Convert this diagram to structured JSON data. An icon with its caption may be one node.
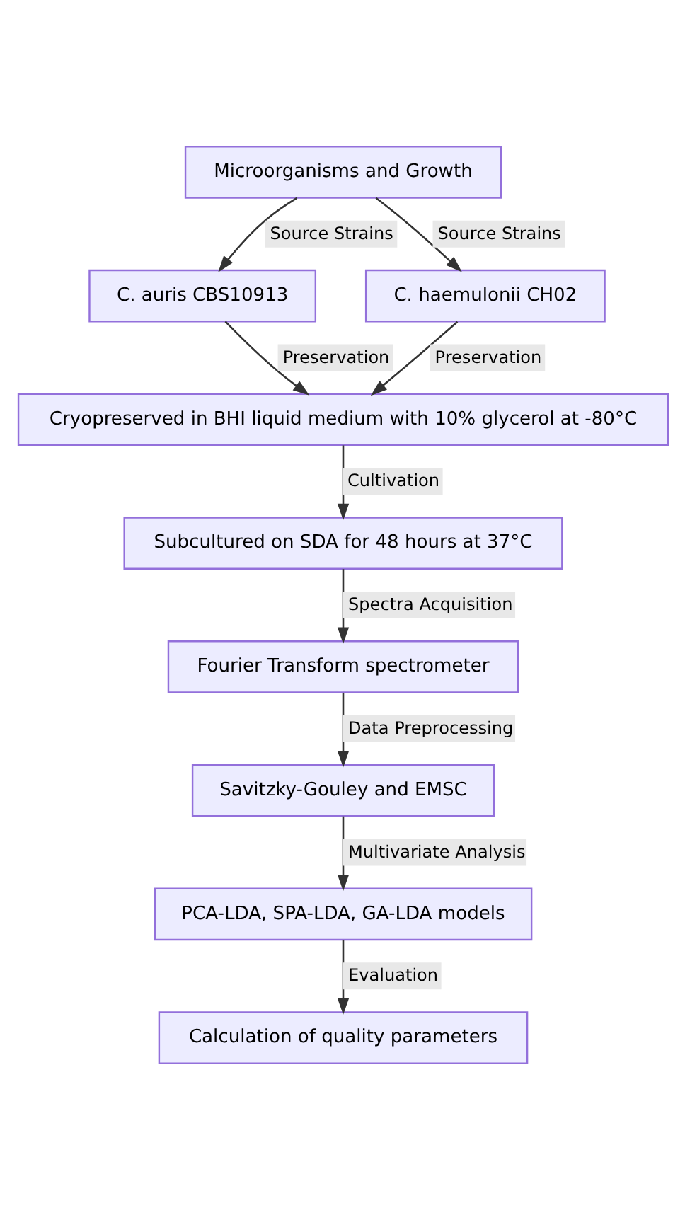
{
  "diagram": {
    "nodes": [
      {
        "text": [
          "Microorganisms and Growth"
        ]
      },
      {
        "text": [
          "C. auris CBS10913"
        ]
      },
      {
        "text": [
          "C. haemulonii CH02"
        ]
      },
      {
        "text": [
          "Cryopreserved in BHI liquid medium with 10% glycerol at -80°C"
        ]
      },
      {
        "text": [
          "Subcultured on SDA for 48 hours at 37°C"
        ]
      },
      {
        "text": [
          "Fourier Transform spectrometer"
        ]
      },
      {
        "text": [
          "Savitzky-Gouley and EMSC"
        ]
      },
      {
        "text": [
          "PCA-LDA, SPA-LDA, GA-LDA models"
        ]
      },
      {
        "text": [
          "Calculation of quality parameters"
        ]
      }
    ],
    "edges": [
      {
        "from": 0,
        "to": 1,
        "arrow": "to",
        "label": "Source Strains"
      },
      {
        "from": 0,
        "to": 2,
        "arrow": "to",
        "label": "Source Strains"
      },
      {
        "from": 1,
        "to": 3,
        "arrow": "to",
        "label": "Preservation"
      },
      {
        "from": 2,
        "to": 3,
        "arrow": "to",
        "label": "Preservation"
      },
      {
        "from": 3,
        "to": 4,
        "arrow": "to",
        "label": "Cultivation"
      },
      {
        "from": 4,
        "to": 5,
        "arrow": "to",
        "label": "Spectra Acquisition"
      },
      {
        "from": 5,
        "to": 6,
        "arrow": "to",
        "label": "Data Preprocessing"
      },
      {
        "from": 6,
        "to": 7,
        "arrow": "to",
        "label": "Multivariate Analysis"
      },
      {
        "from": 7,
        "to": 8,
        "arrow": "to",
        "label": "Evaluation"
      }
    ]
  }
}
